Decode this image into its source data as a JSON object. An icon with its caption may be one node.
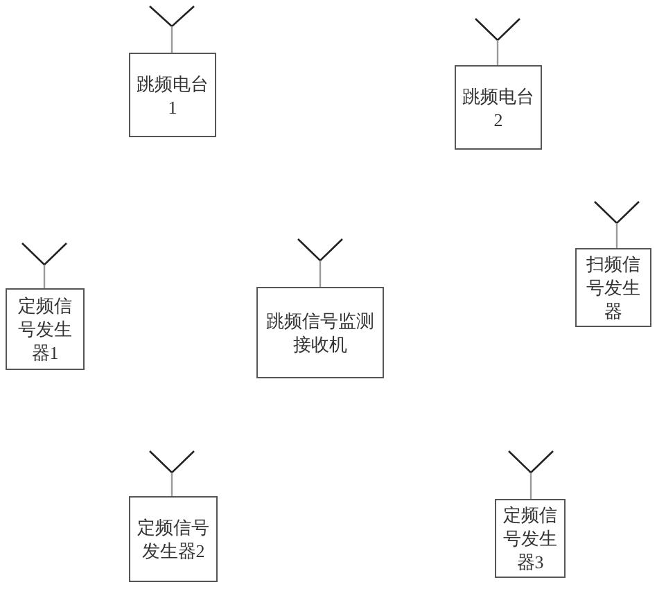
{
  "diagram": {
    "nodes": [
      {
        "text": [
          "跳频电台1"
        ]
      },
      {
        "text": [
          "跳频电台2"
        ]
      },
      {
        "text": [
          "定频信号发生器1"
        ]
      },
      {
        "text": [
          "跳频信号监测接收机"
        ]
      },
      {
        "text": [
          "扫频信号发生器"
        ]
      },
      {
        "text": [
          "定频信号发生器2"
        ]
      },
      {
        "text": [
          "定频信号发生器3"
        ]
      }
    ]
  }
}
